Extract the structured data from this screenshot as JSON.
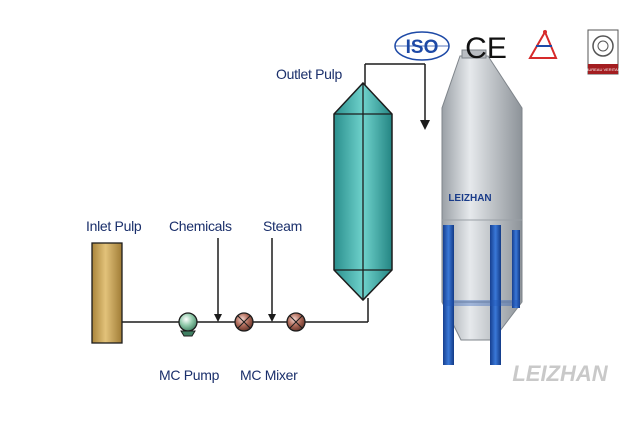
{
  "labels": {
    "outlet_pulp": "Outlet Pulp",
    "inlet_pulp": "Inlet Pulp",
    "chemicals": "Chemicals",
    "steam": "Steam",
    "mc_pump": "MC Pump",
    "mc_mixer": "MC Mixer"
  },
  "brand": {
    "tower_logo": "LEIZHAN",
    "watermark": "LEIZHAN"
  },
  "certifications": {
    "iso": "ISO",
    "ce": "CE",
    "bureau_veritas": "BUREAU VERITAS"
  },
  "colors": {
    "line": "#1c1c1c",
    "text": "#1a2f6b",
    "inlet_tank": "#c9a65a",
    "heat_exchanger": "#3bb0ac",
    "tower": "#c4c8cc",
    "tower_legs": "#1f56b8",
    "iso_blue": "#1d49a6",
    "pump_green": "#8fc9a9",
    "mixer_brown": "#9a5a4a"
  }
}
